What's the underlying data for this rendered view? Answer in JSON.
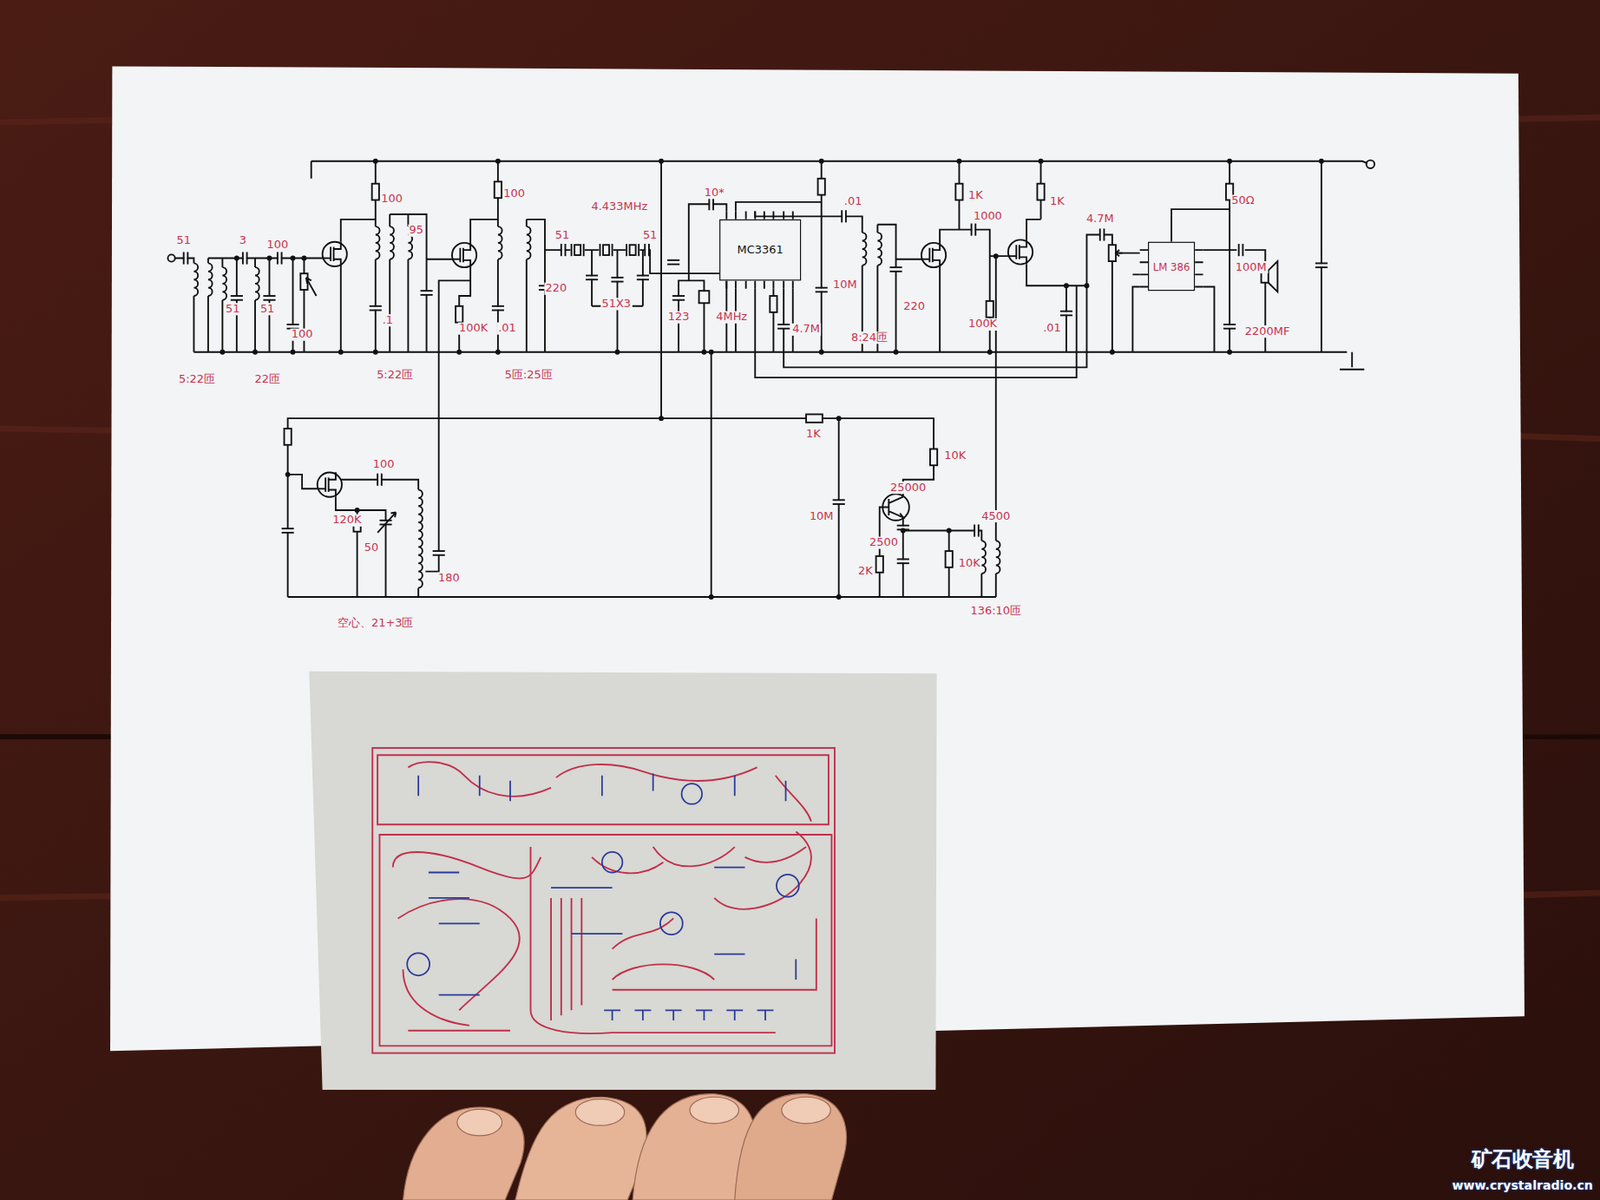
{
  "diagram": {
    "nodes": [
      {
        "text": [
          "MC3361"
        ]
      },
      {
        "text": [
          "LM 386"
        ]
      }
    ],
    "labels": [
      "51",
      "3",
      "100",
      "51",
      "51",
      "100",
      "5:22匝",
      "22匝",
      "100",
      ".1",
      "95",
      "5:22匝",
      "100K",
      "100",
      ".01",
      "5匝:25匝",
      "51",
      "220",
      "4.433MHz",
      "51",
      "51X3",
      "10*",
      "123",
      "4MHz",
      "4.7M",
      ".01",
      "10M",
      "8:24匝",
      "220",
      "1K",
      "1000",
      "100K",
      "1K",
      ".01",
      "4.7M",
      "50Ω",
      "100M",
      "2200MF",
      "1K",
      "10M",
      "10K",
      "25000",
      "4500",
      "2500",
      "2K",
      "10K",
      "136:10匝",
      "100",
      "120K",
      "50",
      "180",
      "空心、21+3匝",
      "矿石收音机",
      "www.crystalradio.cn"
    ]
  }
}
